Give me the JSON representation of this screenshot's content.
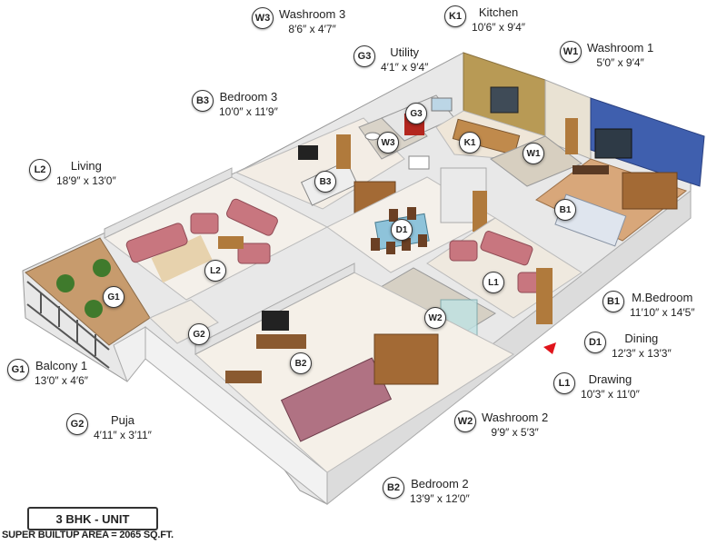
{
  "legend": [
    {
      "code": "W3",
      "name": "Washroom 3",
      "dim": "8′6″ x 4′7″"
    },
    {
      "code": "K1",
      "name": "Kitchen",
      "dim": "10′6″ x 9′4″"
    },
    {
      "code": "G3",
      "name": "Utility",
      "dim": "4′1″ x 9′4″"
    },
    {
      "code": "W1",
      "name": "Washroom 1",
      "dim": "5′0″ x 9′4″"
    },
    {
      "code": "B3",
      "name": "Bedroom 3",
      "dim": "10′0″ x 11′9″"
    },
    {
      "code": "L2",
      "name": "Living",
      "dim": "18′9″ x 13′0″"
    },
    {
      "code": "B1",
      "name": "M.Bedroom",
      "dim": "11′10″ x 14′5″"
    },
    {
      "code": "D1",
      "name": "Dining",
      "dim": "12′3″ x 13′3″"
    },
    {
      "code": "G1",
      "name": "Balcony 1",
      "dim": "13′0″ x 4′6″"
    },
    {
      "code": "L1",
      "name": "Drawing",
      "dim": "10′3″ x 11′0″"
    },
    {
      "code": "G2",
      "name": "Puja",
      "dim": "4′11″ x 3′11″"
    },
    {
      "code": "W2",
      "name": "Washroom 2",
      "dim": "9′9″ x 5′3″"
    },
    {
      "code": "B2",
      "name": "Bedroom 2",
      "dim": "13′9″ x 12′0″"
    }
  ],
  "markers": [
    "G3",
    "W3",
    "K1",
    "W1",
    "B3",
    "B1",
    "D1",
    "L2",
    "G1",
    "L1",
    "W2",
    "G2",
    "B2"
  ],
  "unit_label": "3 BHK - UNIT",
  "area_label": "SUPER BUILTUP AREA = 2065 SQ.FT.",
  "colors": {
    "kitchen_wall": "#b89a55",
    "washroom1_wall": "#3f5fae",
    "floor_wood": "#d8a77a",
    "floor_light": "#f1ebe3",
    "wall": "#ededed",
    "sofa": "#c8767f",
    "door": "#b07a3c"
  }
}
